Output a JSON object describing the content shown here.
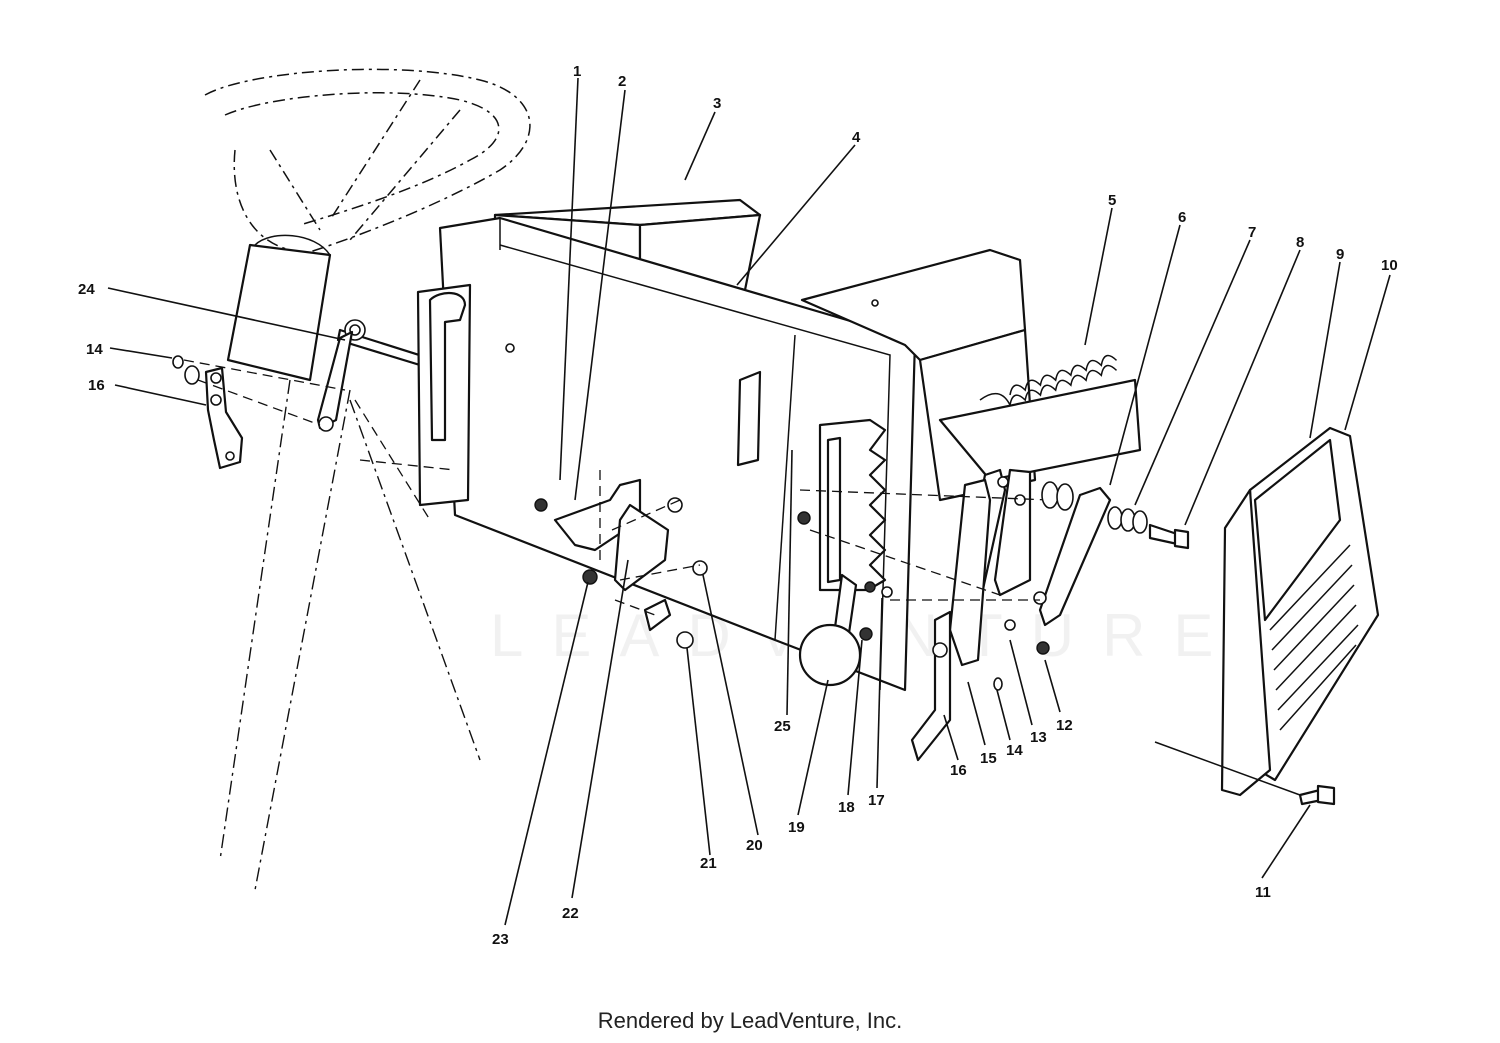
{
  "watermark": {
    "text": "LEADVENTURE"
  },
  "footer": {
    "text": "Rendered by LeadVenture, Inc."
  },
  "labels": [
    {
      "id": "1",
      "text": "1"
    },
    {
      "id": "2",
      "text": "2"
    },
    {
      "id": "3",
      "text": "3"
    },
    {
      "id": "4",
      "text": "4"
    },
    {
      "id": "5",
      "text": "5"
    },
    {
      "id": "6",
      "text": "6"
    },
    {
      "id": "7",
      "text": "7"
    },
    {
      "id": "8",
      "text": "8"
    },
    {
      "id": "9",
      "text": "9"
    },
    {
      "id": "10",
      "text": "10"
    },
    {
      "id": "11",
      "text": "11"
    },
    {
      "id": "12",
      "text": "12"
    },
    {
      "id": "13",
      "text": "13"
    },
    {
      "id": "14r",
      "text": "14"
    },
    {
      "id": "15",
      "text": "15"
    },
    {
      "id": "16r",
      "text": "16"
    },
    {
      "id": "17",
      "text": "17"
    },
    {
      "id": "18",
      "text": "18"
    },
    {
      "id": "19",
      "text": "19"
    },
    {
      "id": "20",
      "text": "20"
    },
    {
      "id": "21",
      "text": "21"
    },
    {
      "id": "22",
      "text": "22"
    },
    {
      "id": "23",
      "text": "23"
    },
    {
      "id": "24",
      "text": "24"
    },
    {
      "id": "25",
      "text": "25"
    },
    {
      "id": "14l",
      "text": "14"
    },
    {
      "id": "16l",
      "text": "16"
    }
  ]
}
